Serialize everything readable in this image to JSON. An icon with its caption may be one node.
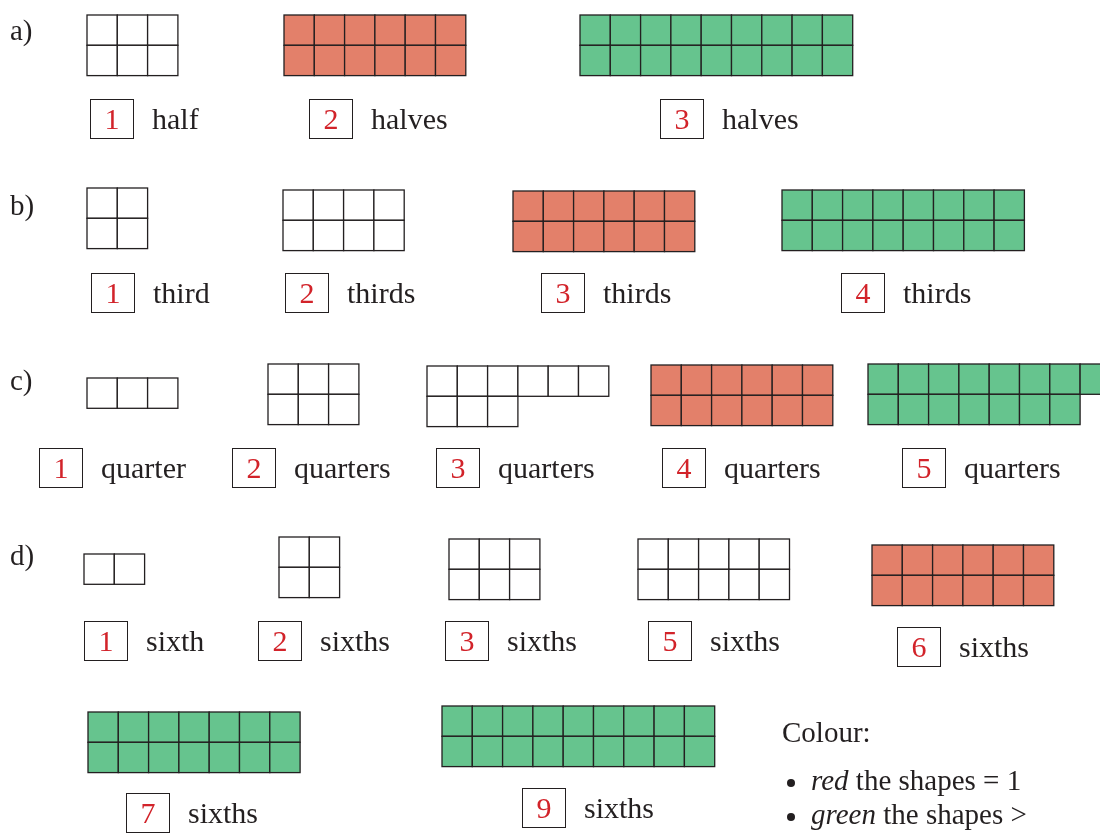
{
  "diagram": {
    "nodes": [
      {
        "text": [
          "1"
        ],
        "beside": [
          "half"
        ]
      },
      {
        "text": [
          "2"
        ],
        "beside": [
          "halves"
        ]
      },
      {
        "text": [
          "3"
        ],
        "beside": [
          "halves"
        ]
      },
      {
        "text": [
          "1"
        ],
        "beside": [
          "third"
        ]
      },
      {
        "text": [
          "2"
        ],
        "beside": [
          "thirds"
        ]
      },
      {
        "text": [
          "3"
        ],
        "beside": [
          "thirds"
        ]
      },
      {
        "text": [
          "4"
        ],
        "beside": [
          "thirds"
        ]
      },
      {
        "text": [
          "1"
        ],
        "beside": [
          "quarter"
        ]
      },
      {
        "text": [
          "2"
        ],
        "beside": [
          "quarters"
        ]
      },
      {
        "text": [
          "3"
        ],
        "beside": [
          "quarters"
        ]
      },
      {
        "text": [
          "4"
        ],
        "beside": [
          "quarters"
        ]
      },
      {
        "text": [
          "5"
        ],
        "beside": [
          "quarters"
        ]
      },
      {
        "text": [
          "1"
        ],
        "beside": [
          "sixth"
        ]
      },
      {
        "text": [
          "2"
        ],
        "beside": [
          "sixths"
        ]
      },
      {
        "text": [
          "3"
        ],
        "beside": [
          "sixths"
        ]
      },
      {
        "text": [
          "5"
        ],
        "beside": [
          "sixths"
        ]
      },
      {
        "text": [
          "6"
        ],
        "beside": [
          "sixths"
        ]
      },
      {
        "text": [
          "7"
        ],
        "beside": [
          "sixths"
        ]
      },
      {
        "text": [
          "9"
        ],
        "beside": [
          "sixths"
        ]
      }
    ],
    "labels": [
      "a)",
      "b)",
      "c)",
      "d)",
      "Colour:",
      "*red* the shapes =  1",
      "*green* the shapes  >"
    ]
  }
}
